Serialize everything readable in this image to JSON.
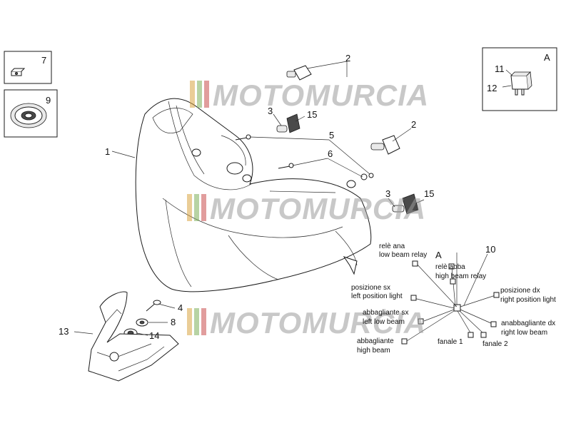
{
  "diagram": {
    "part_numbers": {
      "p1": "1",
      "p2a": "2",
      "p2b": "2",
      "p3a": "3",
      "p3b": "3",
      "p4": "4",
      "p5": "5",
      "p6": "6",
      "p7": "7",
      "p8": "8",
      "p9": "9",
      "p10": "10",
      "p11": "11",
      "p12": "12",
      "p13": "13",
      "p14": "14",
      "p15a": "15",
      "p15b": "15"
    },
    "inset_label": "A",
    "harness_label": "A",
    "harness": {
      "rele_ana": "relè ana",
      "low_beam_relay": "low beam relay",
      "rele_abba": "relè abba",
      "high_beam_relay": "high beam relay",
      "posizione_sx": "posizione sx",
      "left_position_light": "left position light",
      "abbagliante_sx": "abbagliante sx",
      "left_low_beam": "left low beam",
      "abbagliante": "abbagliante",
      "high_beam": "high beam",
      "fanale_1": "fanale 1",
      "fanale_2": "fanale 2",
      "posizione_dx": "posizione dx",
      "right_position_light": "right position light",
      "anabbagliante_dx": "anabbagliante dx",
      "right_low_beam": "right low beam"
    },
    "watermark": "MOTOMURCIA",
    "watermark_colors": [
      "#d9a441",
      "#7cae5a",
      "#c94c4c"
    ]
  }
}
